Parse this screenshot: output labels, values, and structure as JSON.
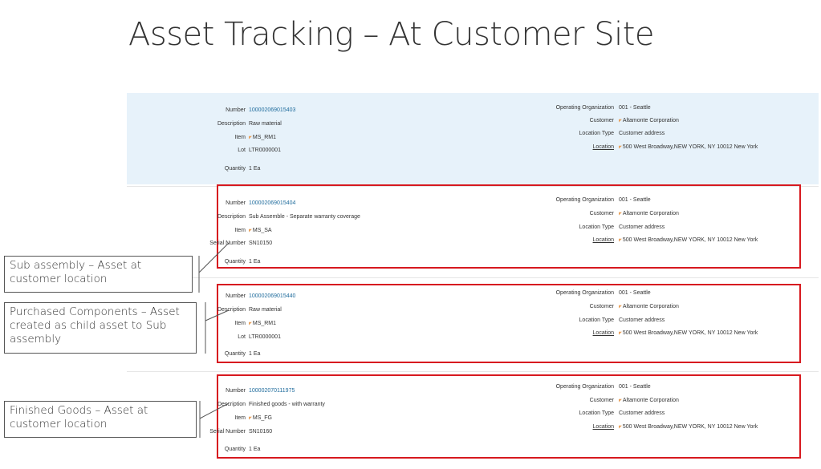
{
  "title": "Asset Tracking – At Customer Site",
  "labels": {
    "number": "Number",
    "description": "Description",
    "item": "Item",
    "lot": "Lot",
    "serial": "Serial Number",
    "quantity": "Quantity",
    "operating_org": "Operating Organization",
    "customer": "Customer",
    "location_type": "Location Type",
    "location": "Location"
  },
  "assets": [
    {
      "number": "100002069015403",
      "description": "Raw material",
      "item": "MS_RM1",
      "lot": "LTR0000001",
      "quantity": "1 Ea",
      "operating_org": "001 - Seattle",
      "customer": "Altamonte Corporation",
      "location_type": "Customer address",
      "location": "500 West Broadway,NEW YORK, NY 10012 New York"
    },
    {
      "number": "100002069015404",
      "description": "Sub Assemble - Separate warranty coverage",
      "item": "MS_SA",
      "serial": "SN10150",
      "quantity": "1 Ea",
      "operating_org": "001 - Seattle",
      "customer": "Altamonte Corporation",
      "location_type": "Customer address",
      "location": "500 West Broadway,NEW YORK, NY 10012 New York"
    },
    {
      "number": "100002069015440",
      "description": "Raw material",
      "item": "MS_RM1",
      "lot": "LTR0000001",
      "quantity": "1 Ea",
      "operating_org": "001 - Seattle",
      "customer": "Altamonte Corporation",
      "location_type": "Customer address",
      "location": "500 West Broadway,NEW YORK, NY 10012 New York"
    },
    {
      "number": "100002070111975",
      "description": "Finished goods - with warranty",
      "item": "MS_FG",
      "serial": "SN10160",
      "quantity": "1 Ea",
      "operating_org": "001 - Seattle",
      "customer": "Altamonte Corporation",
      "location_type": "Customer address",
      "location": "500 West Broadway,NEW YORK, NY 10012 New York"
    }
  ],
  "callouts": {
    "sub_assembly": "Sub assembly – Asset at customer location",
    "purchased_components": "Purchased Components – Asset created as child asset to Sub assembly",
    "finished_goods": "Finished Goods – Asset at customer location"
  },
  "colors": {
    "highlight": "#e7f2fa",
    "frame": "#d7191f",
    "link": "#1e6b9c"
  }
}
